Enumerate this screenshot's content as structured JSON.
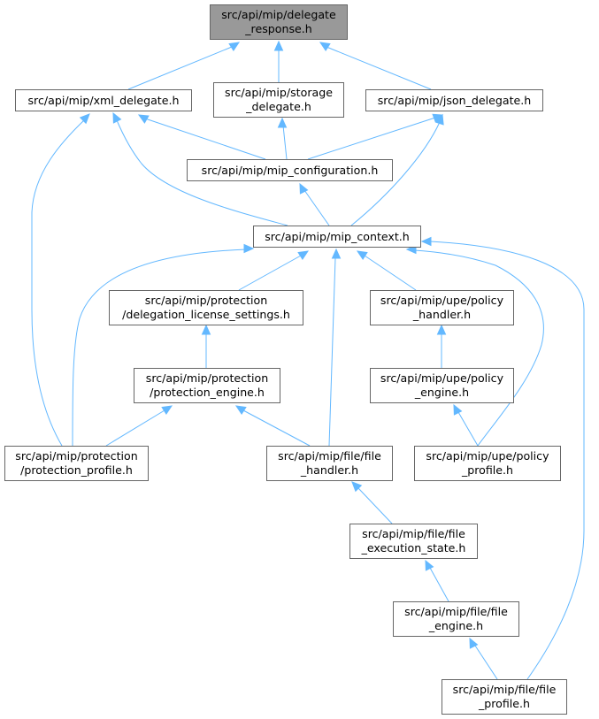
{
  "colors": {
    "edge": "#63b8ff",
    "node_border": "#666666",
    "node_fill": "#ffffff",
    "root_fill": "#999999"
  },
  "nodes": [
    {
      "id": "delegate_response",
      "lines": [
        "src/api/mip/delegate",
        "_response.h"
      ]
    },
    {
      "id": "xml_delegate",
      "lines": [
        "src/api/mip/xml_delegate.h"
      ]
    },
    {
      "id": "storage_delegate",
      "lines": [
        "src/api/mip/storage",
        "_delegate.h"
      ]
    },
    {
      "id": "json_delegate",
      "lines": [
        "src/api/mip/json_delegate.h"
      ]
    },
    {
      "id": "mip_configuration",
      "lines": [
        "src/api/mip/mip_configuration.h"
      ]
    },
    {
      "id": "mip_context",
      "lines": [
        "src/api/mip/mip_context.h"
      ]
    },
    {
      "id": "delegation_license_settings",
      "lines": [
        "src/api/mip/protection",
        "/delegation_license_settings.h"
      ]
    },
    {
      "id": "upe_policy_handler",
      "lines": [
        "src/api/mip/upe/policy",
        "_handler.h"
      ]
    },
    {
      "id": "protection_engine",
      "lines": [
        "src/api/mip/protection",
        "/protection_engine.h"
      ]
    },
    {
      "id": "upe_policy_engine",
      "lines": [
        "src/api/mip/upe/policy",
        "_engine.h"
      ]
    },
    {
      "id": "protection_profile",
      "lines": [
        "src/api/mip/protection",
        "/protection_profile.h"
      ]
    },
    {
      "id": "file_handler",
      "lines": [
        "src/api/mip/file/file",
        "_handler.h"
      ]
    },
    {
      "id": "upe_policy_profile",
      "lines": [
        "src/api/mip/upe/policy",
        "_profile.h"
      ]
    },
    {
      "id": "file_execution_state",
      "lines": [
        "src/api/mip/file/file",
        "_execution_state.h"
      ]
    },
    {
      "id": "file_engine",
      "lines": [
        "src/api/mip/file/file",
        "_engine.h"
      ]
    },
    {
      "id": "file_profile",
      "lines": [
        "src/api/mip/file/file",
        "_profile.h"
      ]
    }
  ],
  "edges": [
    {
      "from": "xml_delegate",
      "to": "delegate_response"
    },
    {
      "from": "storage_delegate",
      "to": "delegate_response"
    },
    {
      "from": "json_delegate",
      "to": "delegate_response"
    },
    {
      "from": "mip_configuration",
      "to": "xml_delegate"
    },
    {
      "from": "mip_configuration",
      "to": "storage_delegate"
    },
    {
      "from": "mip_configuration",
      "to": "json_delegate"
    },
    {
      "from": "mip_context",
      "to": "xml_delegate"
    },
    {
      "from": "mip_context",
      "to": "json_delegate"
    },
    {
      "from": "mip_context",
      "to": "mip_configuration"
    },
    {
      "from": "protection_profile",
      "to": "xml_delegate"
    },
    {
      "from": "delegation_license_settings",
      "to": "mip_context"
    },
    {
      "from": "upe_policy_handler",
      "to": "mip_context"
    },
    {
      "from": "protection_profile",
      "to": "mip_context"
    },
    {
      "from": "file_handler",
      "to": "mip_context"
    },
    {
      "from": "upe_policy_profile",
      "to": "mip_context"
    },
    {
      "from": "file_profile",
      "to": "mip_context"
    },
    {
      "from": "protection_engine",
      "to": "delegation_license_settings"
    },
    {
      "from": "upe_policy_engine",
      "to": "upe_policy_handler"
    },
    {
      "from": "protection_profile",
      "to": "protection_engine"
    },
    {
      "from": "file_handler",
      "to": "protection_engine"
    },
    {
      "from": "upe_policy_profile",
      "to": "upe_policy_engine"
    },
    {
      "from": "file_execution_state",
      "to": "file_handler"
    },
    {
      "from": "file_engine",
      "to": "file_execution_state"
    },
    {
      "from": "file_profile",
      "to": "file_engine"
    }
  ]
}
